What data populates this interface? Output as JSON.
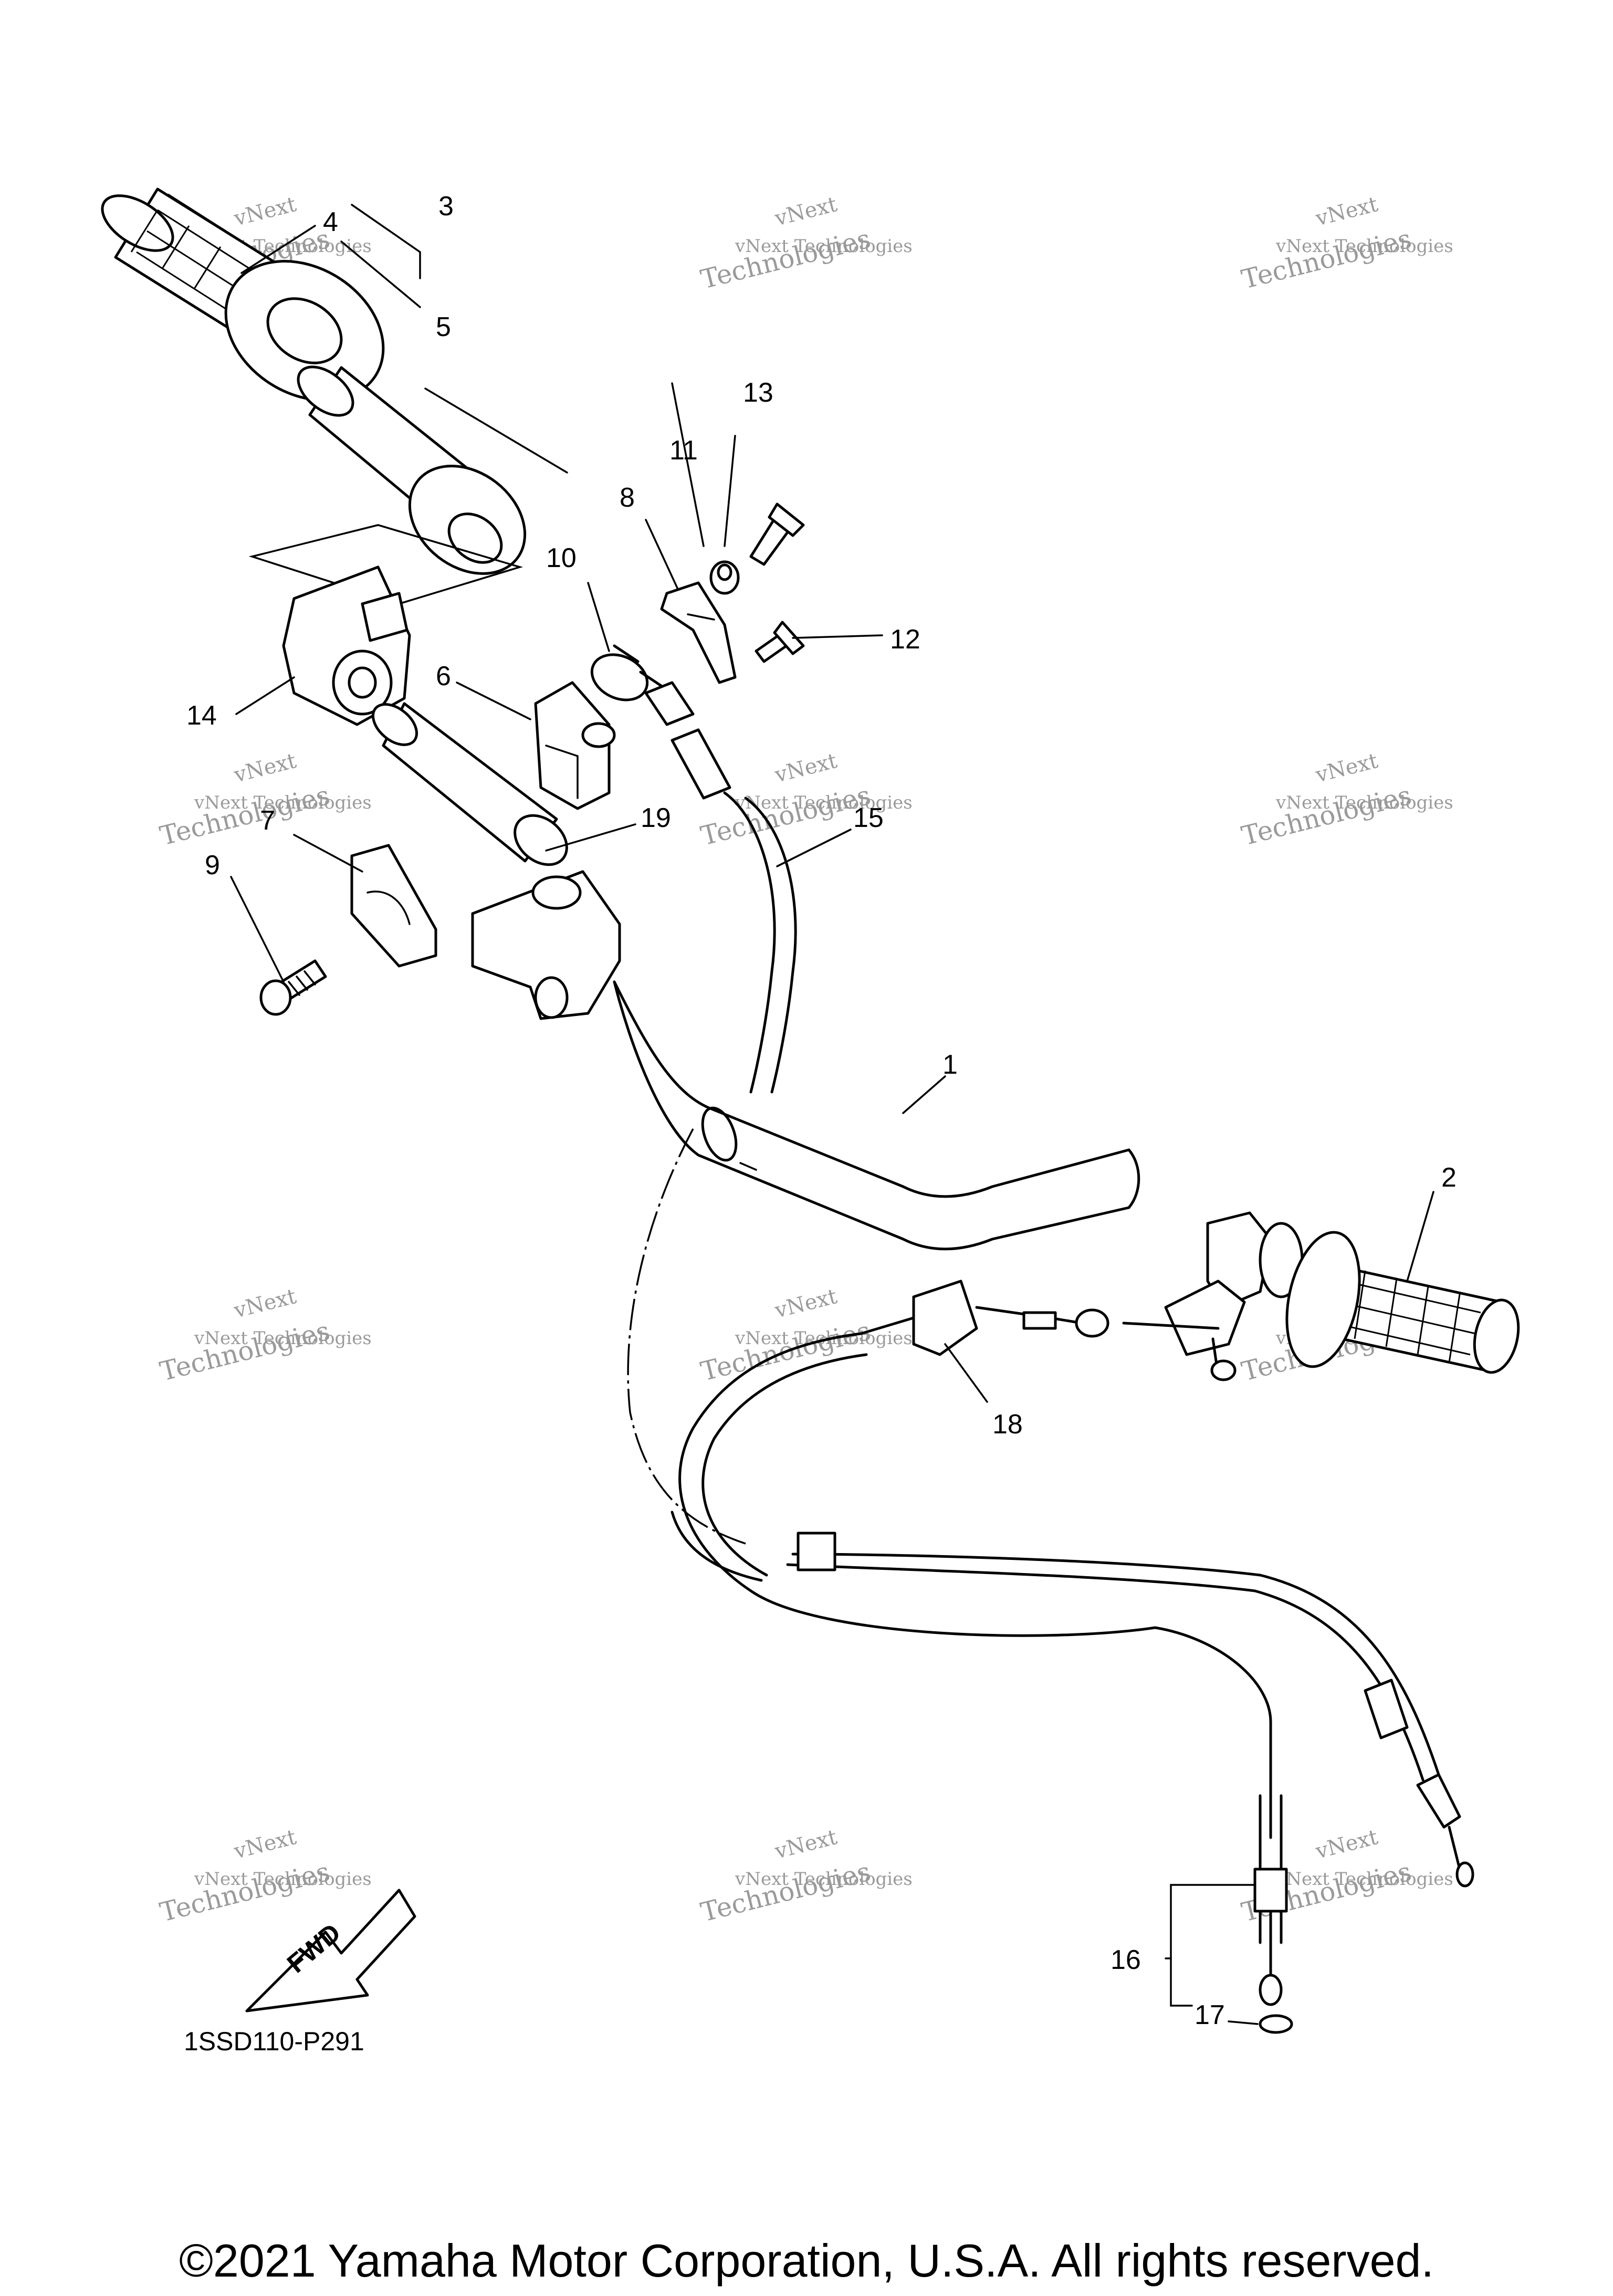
{
  "diagram": {
    "part_numbers": [
      "1",
      "2",
      "3",
      "4",
      "5",
      "6",
      "7",
      "8",
      "9",
      "10",
      "11",
      "12",
      "13",
      "14",
      "15",
      "16",
      "17",
      "18",
      "19"
    ],
    "diagram_code": "1SSD110-P291",
    "direction_label": "FWD",
    "watermark": {
      "line1": "vNext Technologies",
      "line2": "Technologies",
      "line3": "vNext",
      "color": "#9a9a9a"
    },
    "copyright": "©2021 Yamaha Motor Corporation, U.S.A. All rights reserved."
  }
}
